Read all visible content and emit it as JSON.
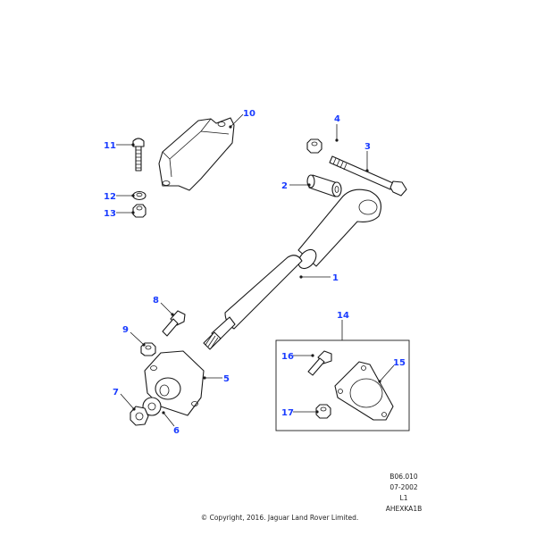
{
  "callouts": {
    "c1": "1",
    "c2": "2",
    "c3": "3",
    "c4": "4",
    "c5": "5",
    "c6": "6",
    "c7": "7",
    "c8": "8",
    "c9": "9",
    "c10": "10",
    "c11": "11",
    "c12": "12",
    "c13": "13",
    "c14": "14",
    "c15": "15",
    "c16": "16",
    "c17": "17"
  },
  "meta": {
    "ref": "B06.010",
    "date": "07-2002",
    "level": "L1",
    "code": "AHEXKA1B"
  },
  "copyright": "© Copyright, 2016. Jaguar Land Rover Limited.",
  "colors": {
    "callout": "#1a3cff",
    "line": "#1a1a1a"
  }
}
